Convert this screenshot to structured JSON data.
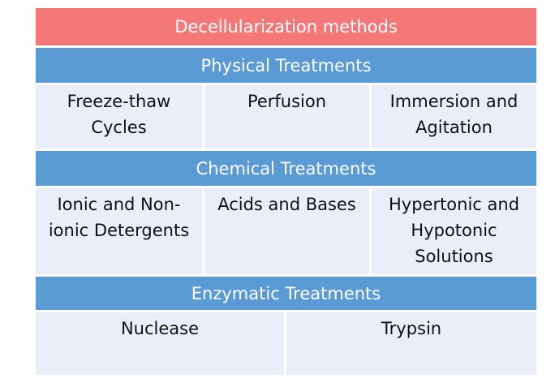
{
  "title": "Decellularization methods",
  "sections": [
    {
      "header": "Physical Treatments",
      "cells": [
        "Freeze-thaw\nCycles",
        "Perfusion",
        "Immersion and\nAgitation"
      ]
    },
    {
      "header": "Chemical Treatments",
      "cells": [
        "Ionic and Non-\nionic Detergents",
        "Acids and Bases",
        "Hypertonic and\nHypotonic\nSolutions"
      ]
    },
    {
      "header": "Enzymatic Treatments",
      "cells": [
        "Nuclease",
        "Trypsin"
      ]
    }
  ]
}
